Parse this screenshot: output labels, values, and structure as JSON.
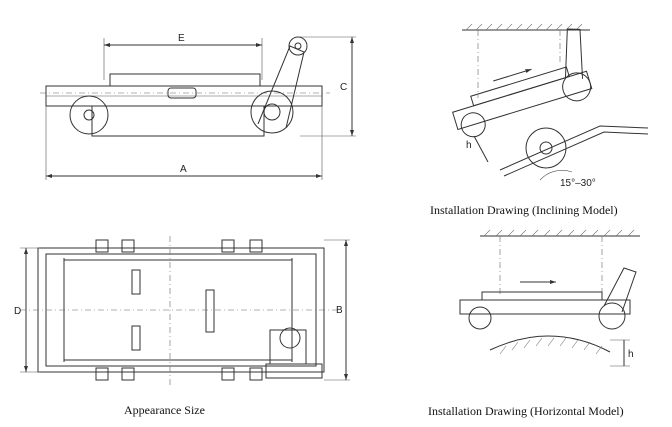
{
  "figure": {
    "dimension_labels": {
      "side_E": "E",
      "side_A": "A",
      "side_C": "C",
      "plan_D": "D",
      "plan_B": "B",
      "incline_h": "h",
      "horizontal_h": "h"
    },
    "angle_label": "15°–30°",
    "captions": {
      "appearance": "Appearance Size",
      "inclining": "Installation Drawing (Inclining Model)",
      "horizontal": "Installation Drawing (Horizontal Model)"
    }
  }
}
